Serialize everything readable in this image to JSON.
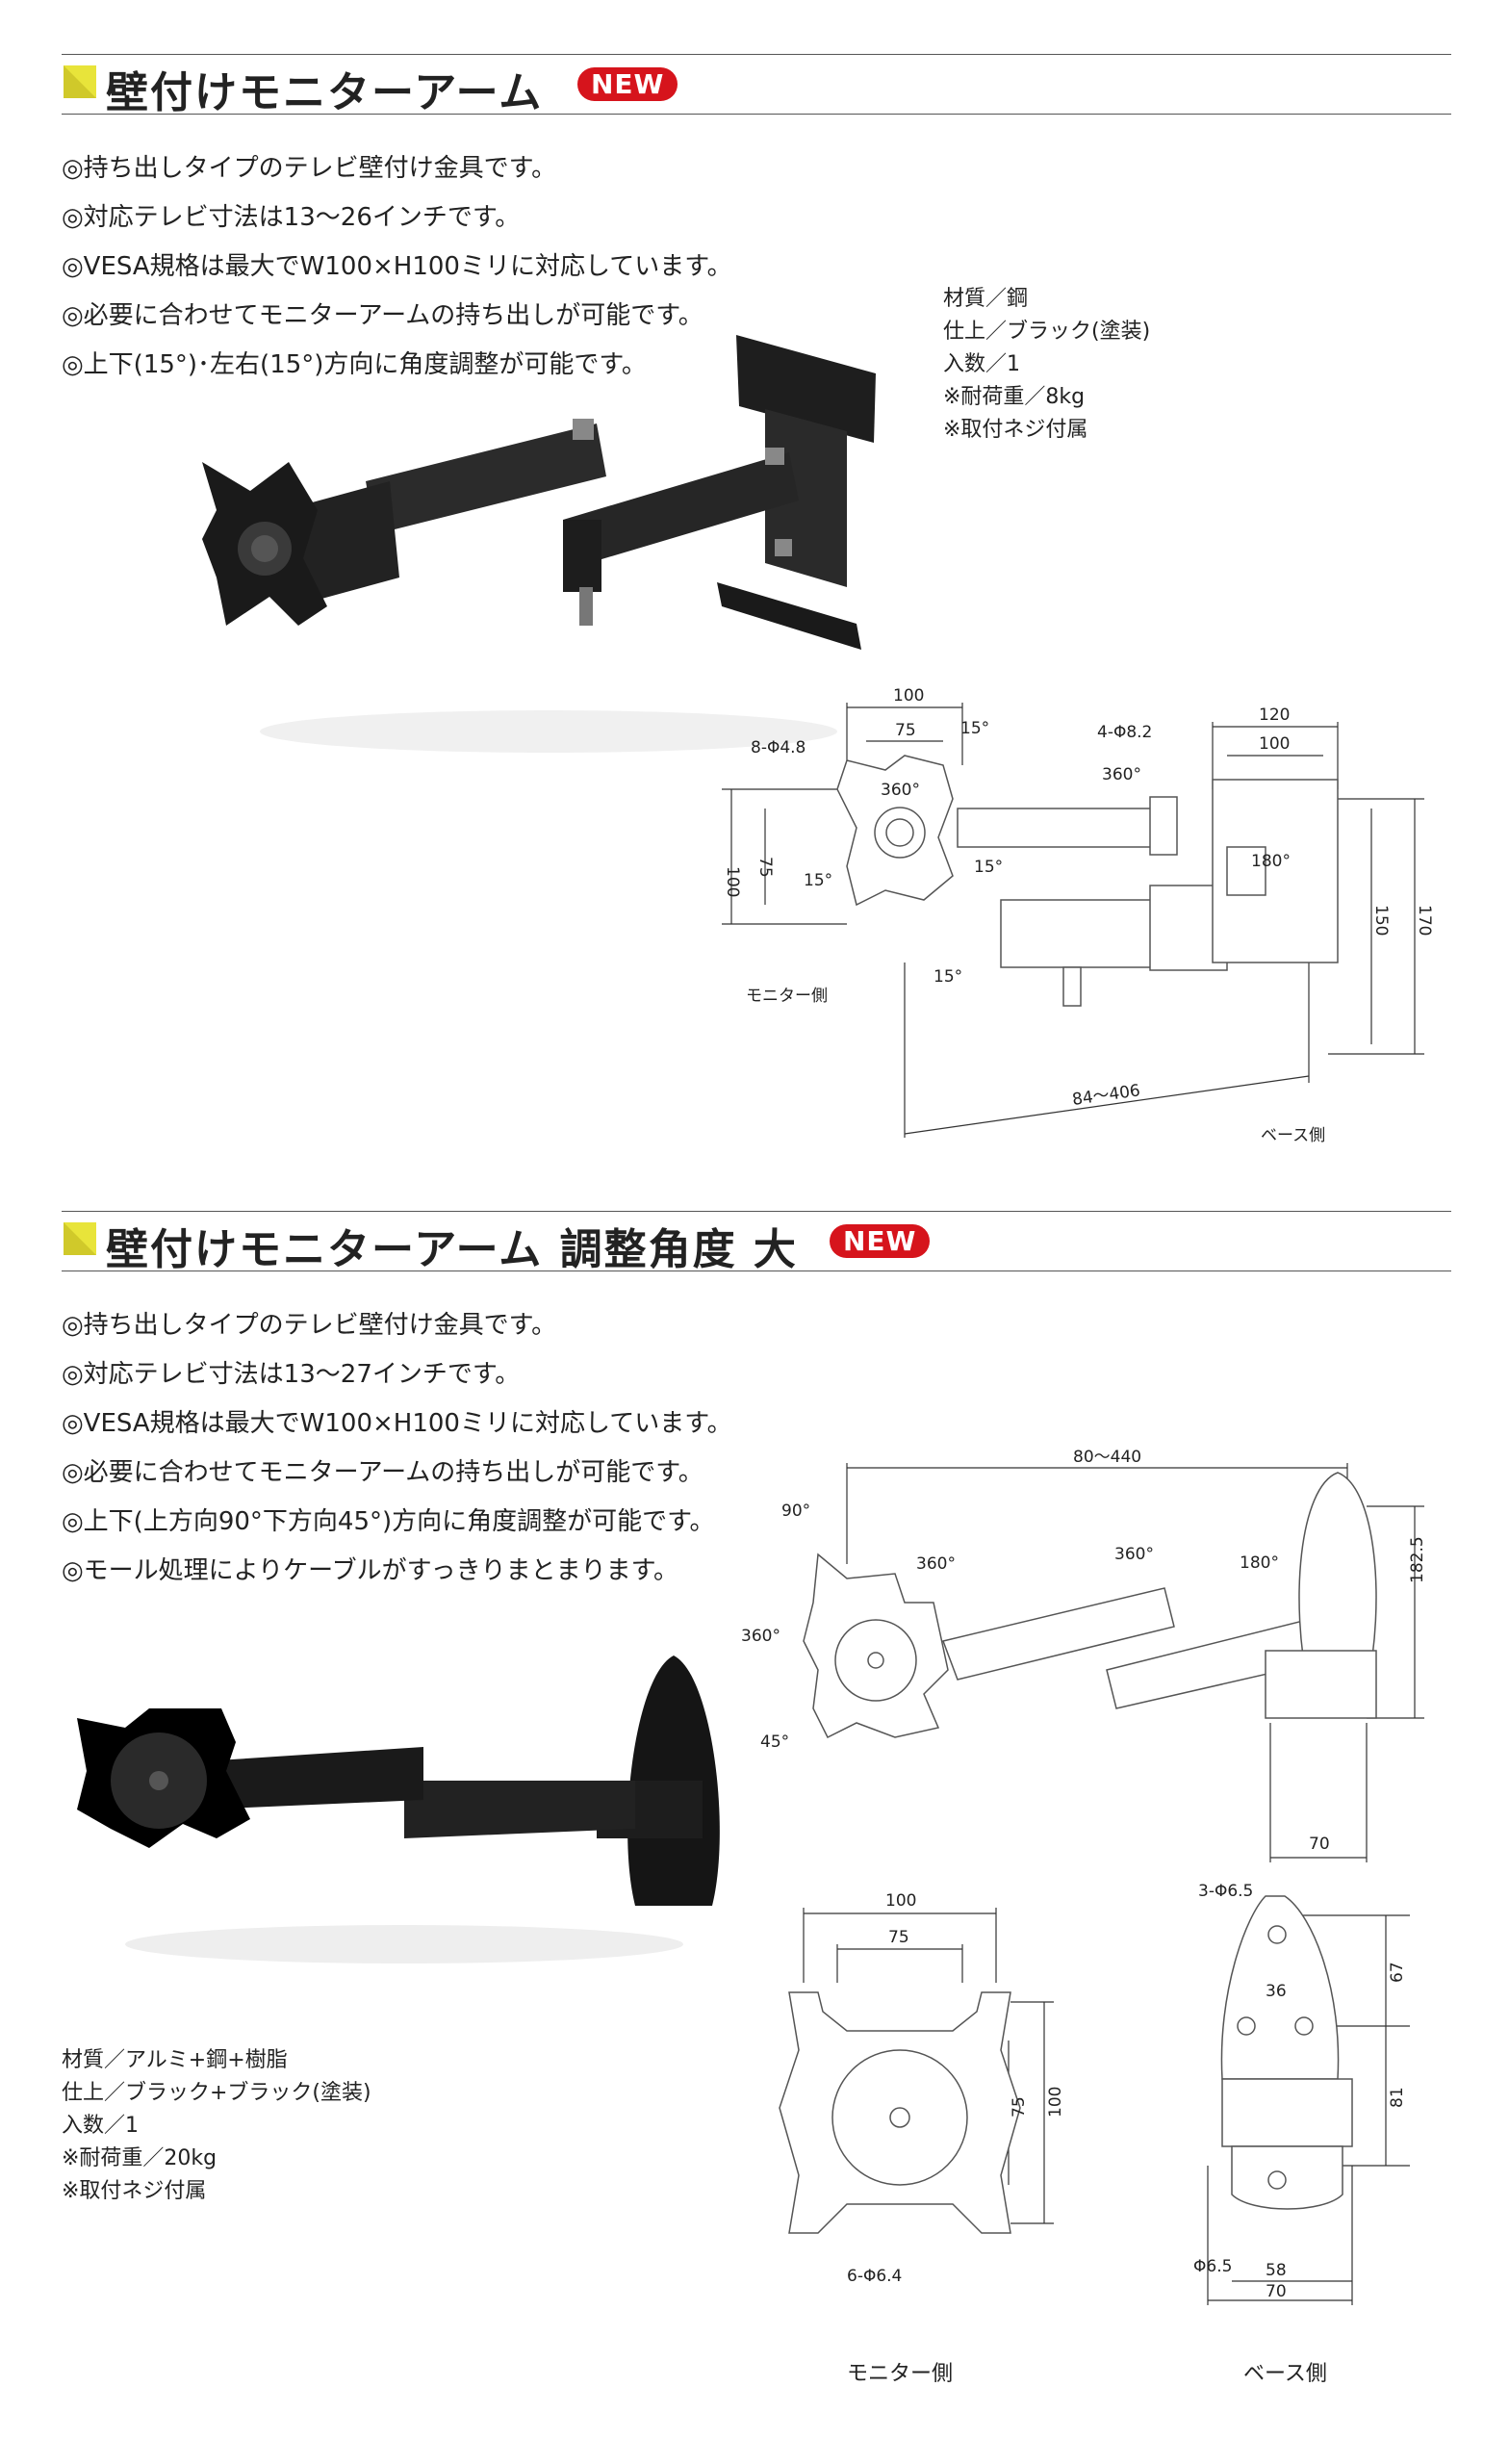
{
  "section1": {
    "title": "壁付けモニターアーム",
    "badge": "NEW",
    "bullets": [
      "◎持ち出しタイプのテレビ壁付け金具です。",
      "◎対応テレビ寸法は13～26インチです。",
      "◎VESA規格は最大でW100×H100ミリに対応しています。",
      "◎必要に合わせてモニターアームの持ち出しが可能です。",
      "◎上下(15°)･左右(15°)方向に角度調整が可能です。"
    ],
    "specs": [
      "材質／鋼",
      "仕上／ブラック(塗装)",
      "入数／1",
      "※耐荷重／8kg",
      "※取付ネジ付属"
    ],
    "diagram": {
      "dim_100": "100",
      "dim_75": "75",
      "dim_15a": "15°",
      "hole_8": "8-Φ4.8",
      "dim_360a": "360°",
      "dim_100v": "100",
      "dim_75v": "75",
      "dim_15b": "15°",
      "dim_15c": "15°",
      "dim_15d": "15°",
      "label_monitor": "モニター側",
      "hole_4": "4-Φ8.2",
      "dim_120": "120",
      "dim_100b": "100",
      "dim_360b": "360°",
      "dim_180": "180°",
      "dim_150": "150",
      "dim_170": "170",
      "dim_reach": "84～406",
      "label_base": "ベース側"
    }
  },
  "section2": {
    "title": "壁付けモニターアーム 調整角度 大",
    "badge": "NEW",
    "bullets": [
      "◎持ち出しタイプのテレビ壁付け金具です。",
      "◎対応テレビ寸法は13～27インチです。",
      "◎VESA規格は最大でW100×H100ミリに対応しています。",
      "◎必要に合わせてモニターアームの持ち出しが可能です。",
      "◎上下(上方向90°下方向45°)方向に角度調整が可能です。",
      "◎モール処理によりケーブルがすっきりまとまります。"
    ],
    "specs": [
      "材質／アルミ+鋼+樹脂",
      "仕上／ブラック+ブラック(塗装)",
      "入数／1",
      "※耐荷重／20kg",
      "※取付ネジ付属"
    ],
    "diagram": {
      "dim_reach": "80～440",
      "dim_90": "90°",
      "dim_360a": "360°",
      "dim_360b": "360°",
      "dim_360c": "360°",
      "dim_180": "180°",
      "dim_45": "45°",
      "dim_182": "182.5",
      "dim_70": "70",
      "plate_100": "100",
      "plate_75": "75",
      "plate_75v": "75",
      "plate_100v": "100",
      "plate_holes": "6-Φ6.4",
      "base_holes": "3-Φ6.5",
      "base_36": "36",
      "base_67": "67",
      "base_81": "81",
      "base_phi": "Φ6.5",
      "base_58": "58",
      "base_70": "70",
      "label_monitor": "モニター側",
      "label_base": "ベース側"
    }
  },
  "colors": {
    "accent": "#d6141c",
    "marker": "#e8e43a",
    "ink": "#222222"
  }
}
